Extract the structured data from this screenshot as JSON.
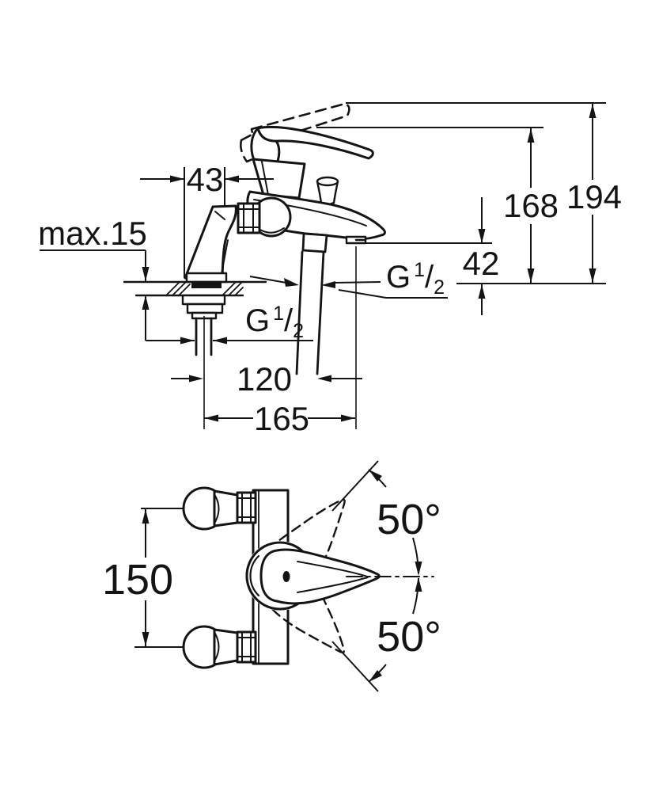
{
  "top_view": {
    "dim_43": "43",
    "dim_max15": "max.15",
    "dim_120": "120",
    "dim_165": "165",
    "dim_42": "42",
    "dim_168": "168",
    "dim_194": "194",
    "thread_shank": {
      "g": "G",
      "num": "1",
      "slash": "/",
      "den": "2"
    },
    "thread_hose": {
      "g": "G",
      "num": "1",
      "slash": "/",
      "den": "2"
    }
  },
  "bottom_view": {
    "dim_150": "150",
    "angle_upper": "50°",
    "angle_lower": "50°"
  }
}
